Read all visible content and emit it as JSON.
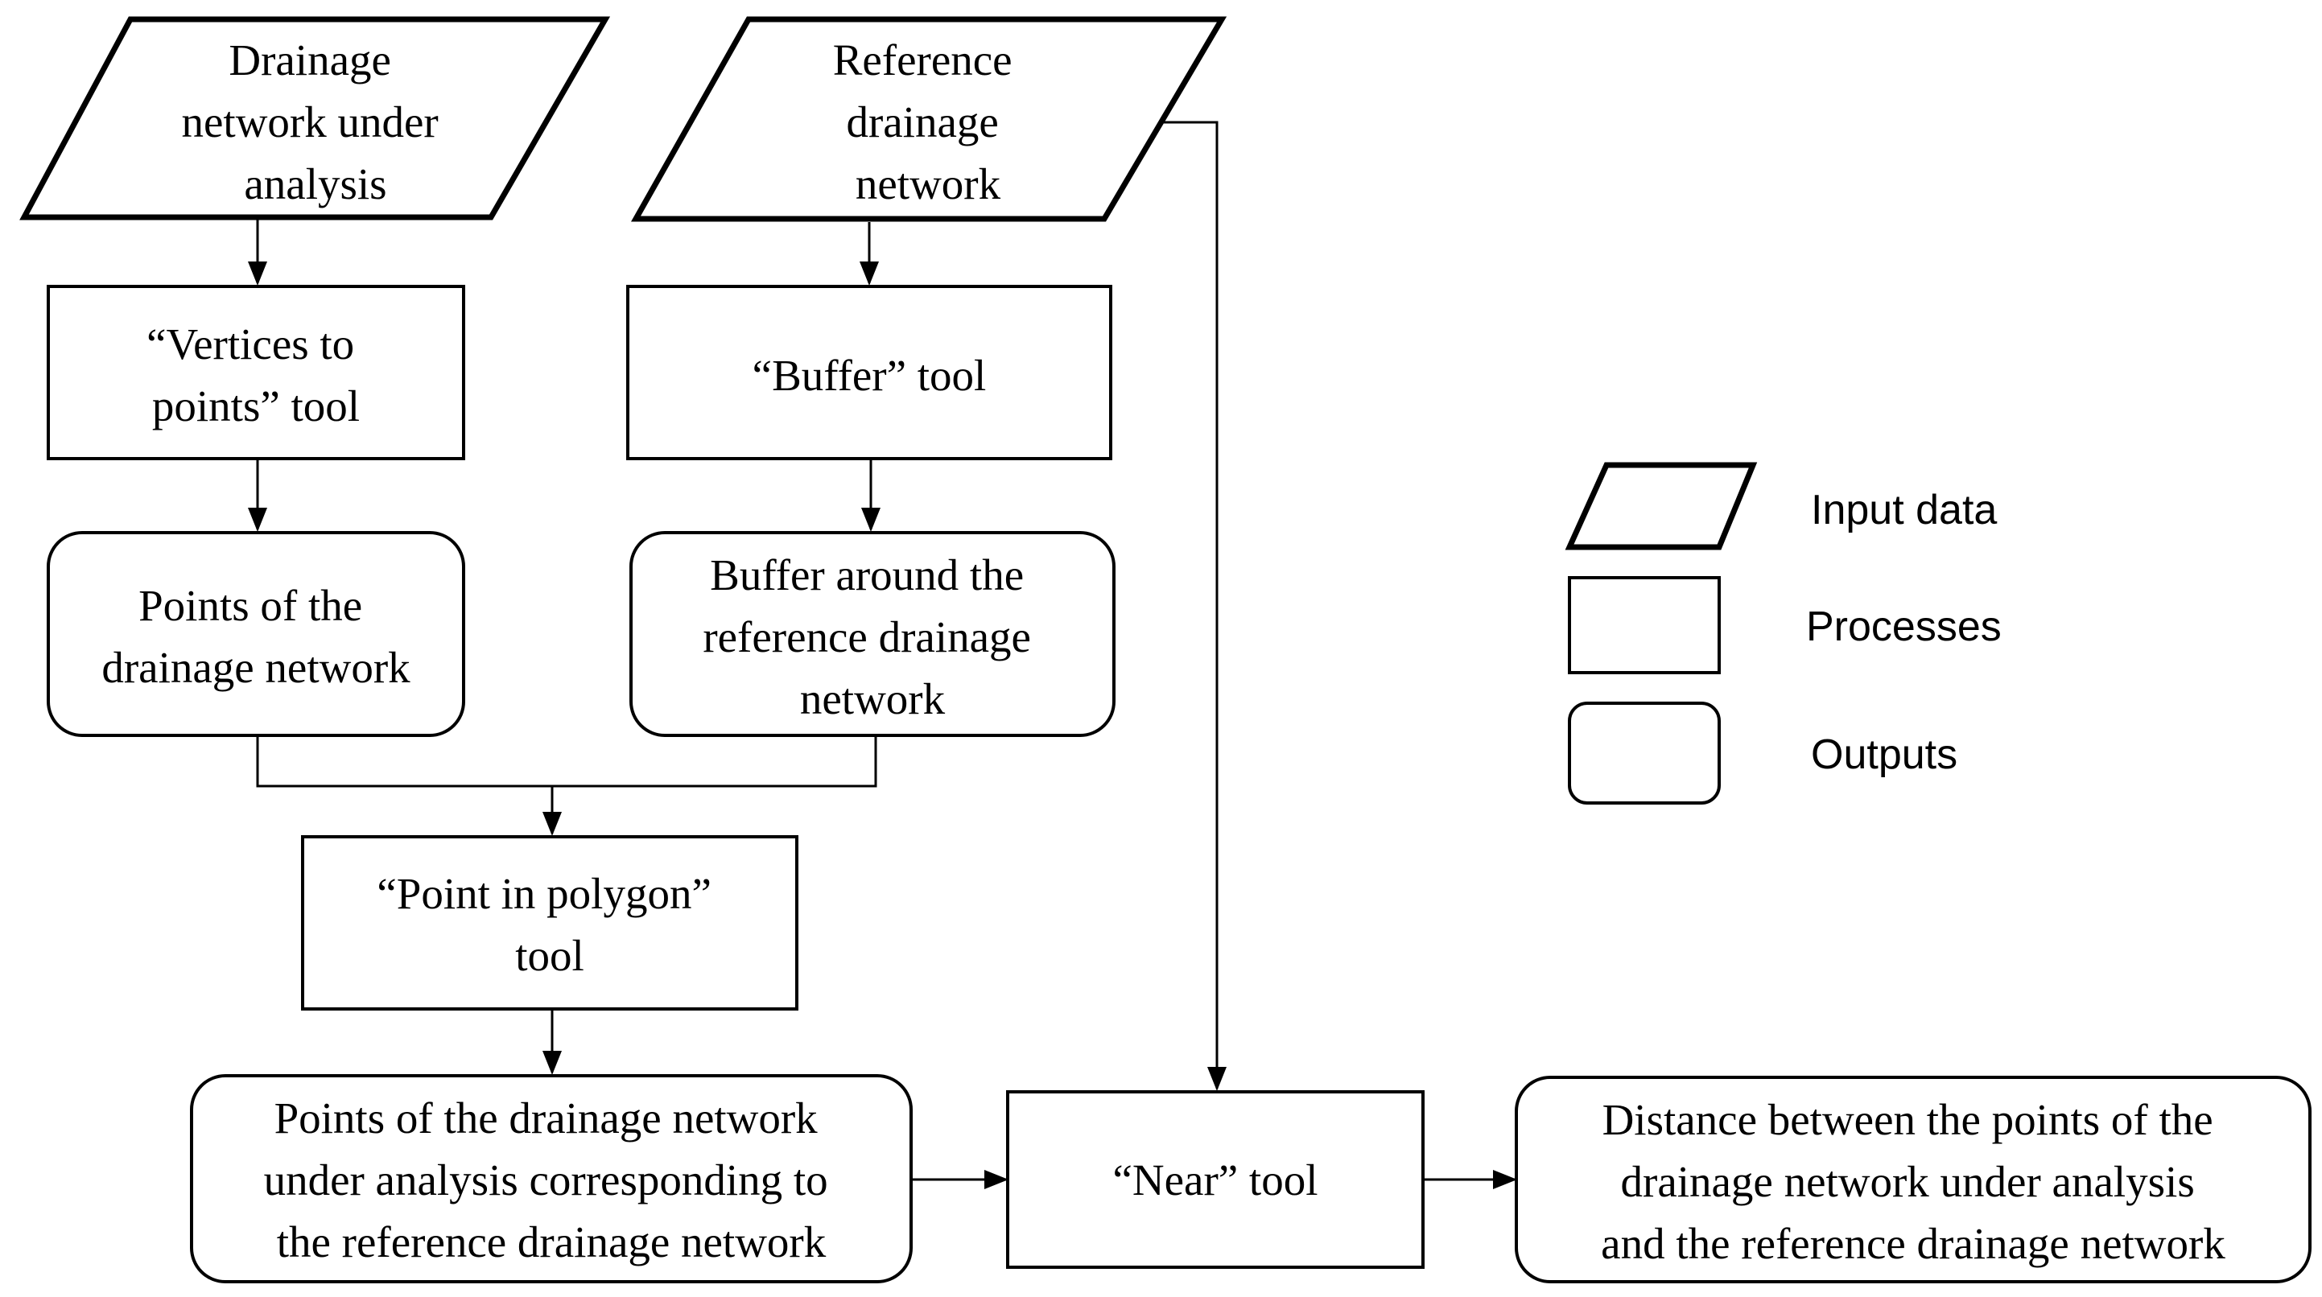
{
  "nodes": {
    "drainage_input": {
      "lines": [
        "Drainage",
        "network under",
        "analysis"
      ]
    },
    "reference_input": {
      "lines": [
        "Reference",
        "drainage",
        "network"
      ]
    },
    "vertices_tool": {
      "lines": [
        "“Vertices to",
        "points” tool"
      ]
    },
    "buffer_tool": {
      "lines": [
        "“Buffer” tool"
      ]
    },
    "points_output": {
      "lines": [
        "Points of the",
        "drainage network"
      ]
    },
    "buffer_output": {
      "lines": [
        "Buffer around the",
        "reference drainage",
        "network"
      ]
    },
    "pip_tool": {
      "lines": [
        "“Point in polygon”",
        "tool"
      ]
    },
    "corresponding_output": {
      "lines": [
        "Points of the drainage network",
        "under analysis corresponding to",
        "the reference drainage network"
      ]
    },
    "near_tool": {
      "lines": [
        "“Near” tool"
      ]
    },
    "distance_output": {
      "lines": [
        "Distance between the points of the",
        "drainage network under analysis",
        "and the reference drainage network"
      ]
    }
  },
  "legend": {
    "input": "Input data",
    "process": "Processes",
    "output": "Outputs"
  }
}
